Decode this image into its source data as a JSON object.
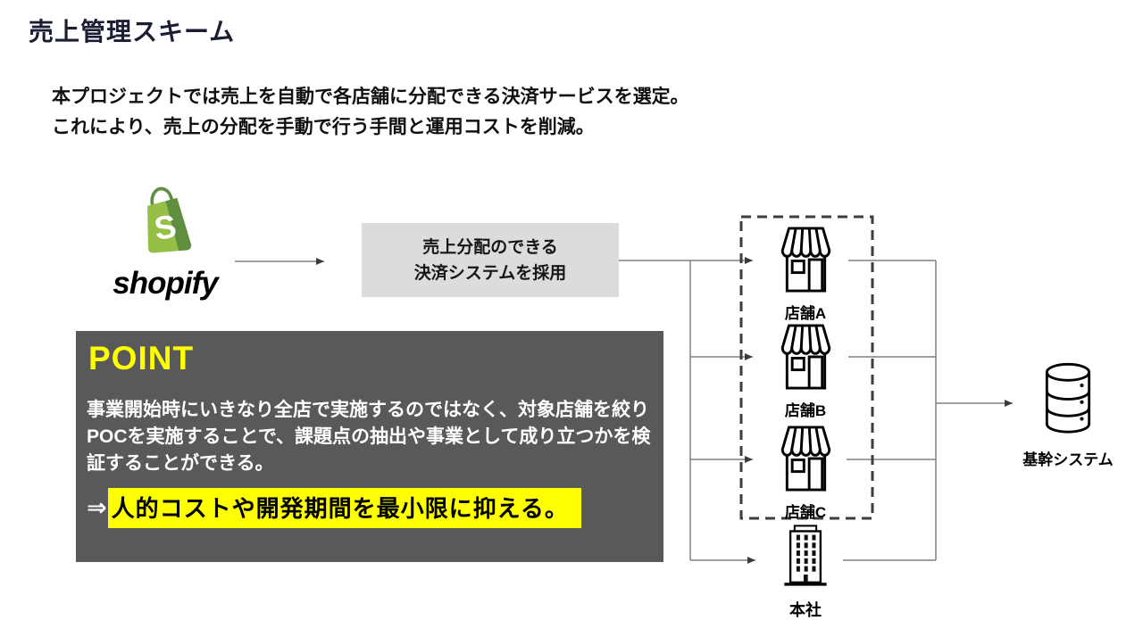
{
  "slide": {
    "title": "売上管理スキーム",
    "intro": [
      "本プロジェクトでは売上を自動で各店舗に分配できる決済サービスを選定。",
      "これにより、売上の分配を手動で行う手間と運用コストを削減。"
    ]
  },
  "shopify": {
    "wordmark": "shopify",
    "bag_letter": "S",
    "green": "#95BF47",
    "green_dark": "#5E8E3E"
  },
  "flow": {
    "adoption_box": {
      "line1": "売上分配のできる",
      "line2": "決済システムを採用",
      "bg_color": "#dcdcdc"
    },
    "stores": [
      {
        "label": "店舗A"
      },
      {
        "label": "店舗B"
      },
      {
        "label": "店舗C"
      }
    ],
    "hq": {
      "label": "本社"
    },
    "core_system": {
      "label": "基幹システム"
    }
  },
  "point": {
    "heading": "POINT",
    "heading_color": "#ffff00",
    "bg_color": "#595959",
    "body": "事業開始時にいきなり全店で実施するのではなく、対象店舗を絞りPOCを実施することで、課題点の抽出や事業として成り立つかを検証することができる。",
    "arrow_prefix": "⇒",
    "highlight": "人的コストや開発期間を最小限に抑える。",
    "highlight_bg": "#ffff00"
  }
}
